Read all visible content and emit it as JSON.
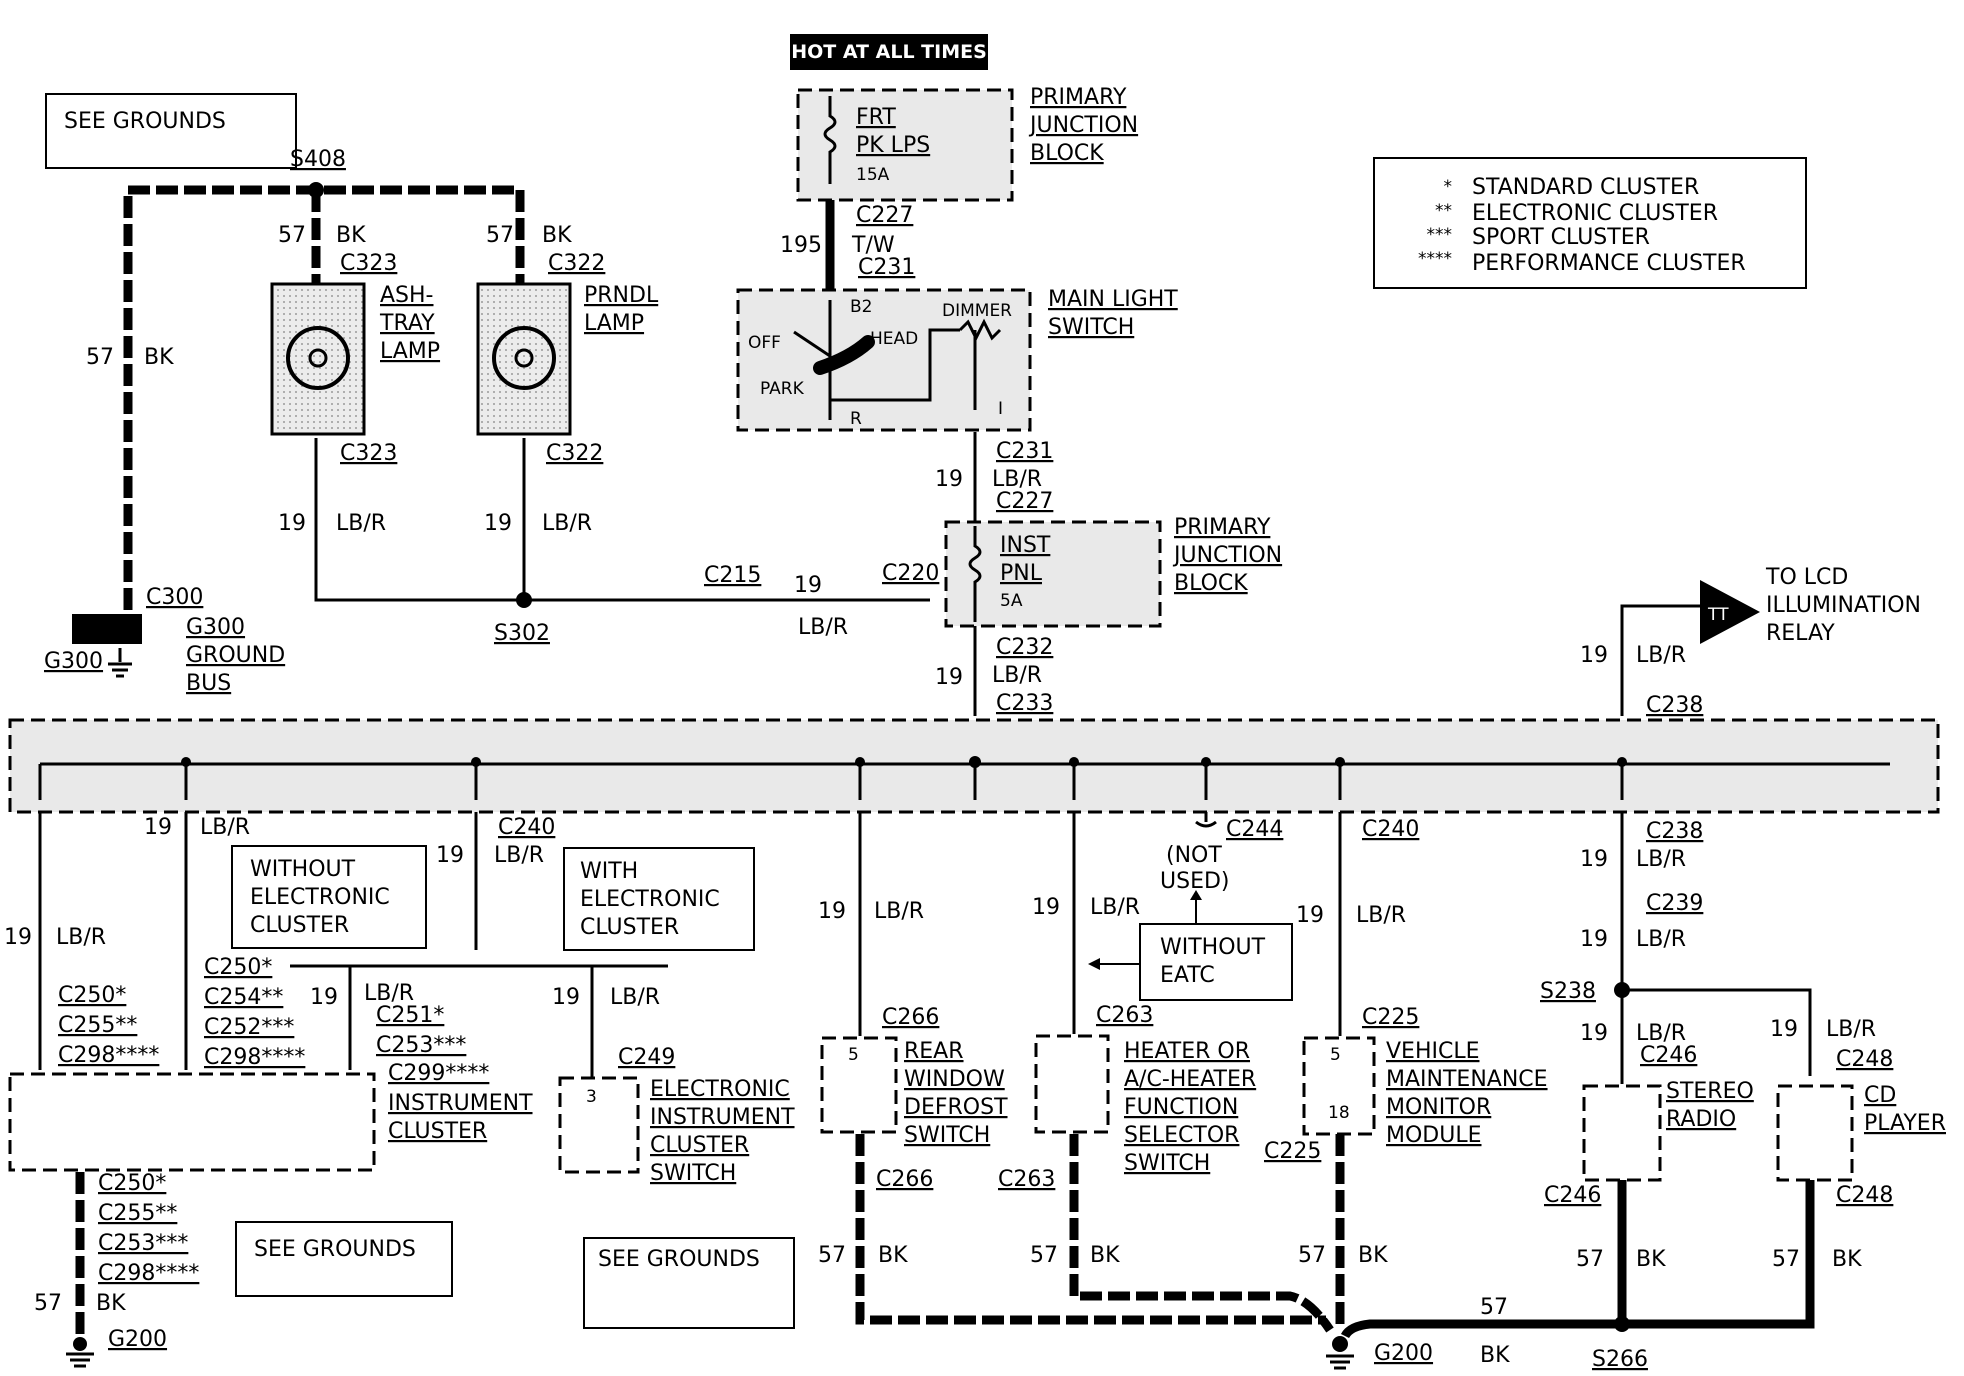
{
  "hot_label": "HOT AT ALL TIMES",
  "legend": {
    "std_mark": "*",
    "std_text": "STANDARD CLUSTER",
    "elec_mark": "**",
    "elec_text": "ELECTRONIC CLUSTER",
    "sport_mark": "***",
    "sport_text": "SPORT CLUSTER",
    "perf_mark": "****",
    "perf_text": "PERFORMANCE CLUSTER"
  },
  "see_grounds": "SEE GROUNDS",
  "splices": {
    "s408": "S408",
    "s302": "S302",
    "s238": "S238",
    "s266": "S266"
  },
  "grounds": {
    "g300": "G300",
    "g300_bus1": "GROUND",
    "g300_bus2": "BUS",
    "g200": "G200"
  },
  "wires": {
    "ckt57": "57",
    "bk": "BK",
    "ckt19": "19",
    "lbr": "LB/R",
    "ckt195": "195",
    "tw": "T/W"
  },
  "connectors": {
    "c323": "C323",
    "c322": "C322",
    "c300": "C300",
    "c227": "C227",
    "c231": "C231",
    "c215": "C215",
    "c220": "C220",
    "c232": "C232",
    "c233": "C233",
    "c238": "C238",
    "c239": "C239",
    "c240": "C240",
    "c244": "C244",
    "c246": "C246",
    "c248": "C248",
    "c249": "C249",
    "c225": "C225",
    "c263": "C263",
    "c266": "C266",
    "c250s": "C250*",
    "c255ss": "C255**",
    "c298ssss": "C298****",
    "c254ss": "C254**",
    "c252sss": "C252***",
    "c251s": "C251*",
    "c253sss": "C253***",
    "c299ssss": "C299****"
  },
  "components": {
    "ashtray1": "ASH-",
    "ashtray2": "TRAY",
    "ashtray3": "LAMP",
    "prndl1": "PRNDL",
    "prndl2": "LAMP",
    "pjb1": "PRIMARY",
    "pjb2": "JUNCTION",
    "pjb3": "BLOCK",
    "frt1": "FRT",
    "frt2": "PK LPS",
    "frt_amp": "15A",
    "inst1": "INST",
    "inst2": "PNL",
    "inst_amp": "5A",
    "mls1": "MAIN LIGHT",
    "mls2": "SWITCH",
    "sw_b2": "B2",
    "sw_off": "OFF",
    "sw_head": "HEAD",
    "sw_park": "PARK",
    "sw_r": "R",
    "sw_dimmer": "DIMMER",
    "sw_i": "I",
    "lcd1": "TO LCD",
    "lcd2": "ILLUMINATION",
    "lcd3": "RELAY",
    "wo_ec1": "WITHOUT",
    "wo_ec2": "ELECTRONIC",
    "wo_ec3": "CLUSTER",
    "w_ec1": "WITH",
    "w_ec2": "ELECTRONIC",
    "w_ec3": "CLUSTER",
    "ic1": "INSTRUMENT",
    "ic2": "CLUSTER",
    "eics1": "ELECTRONIC",
    "eics2": "INSTRUMENT",
    "eics3": "CLUSTER",
    "eics4": "SWITCH",
    "rwd1": "REAR",
    "rwd2": "WINDOW",
    "rwd3": "DEFROST",
    "rwd4": "SWITCH",
    "hac1": "HEATER OR",
    "hac2": "A/C-HEATER",
    "hac3": "FUNCTION",
    "hac4": "SELECTOR",
    "hac5": "SWITCH",
    "not_used1": "(NOT",
    "not_used2": "USED)",
    "wo_eatc1": "WITHOUT",
    "wo_eatc2": "EATC",
    "vmm1": "VEHICLE",
    "vmm2": "MAINTENANCE",
    "vmm3": "MONITOR",
    "vmm4": "MODULE",
    "stereo1": "STEREO",
    "stereo2": "RADIO",
    "cd1": "CD",
    "cd2": "PLAYER",
    "pin3": "3",
    "pin5": "5",
    "pin18": "18",
    "tt": "TT"
  }
}
